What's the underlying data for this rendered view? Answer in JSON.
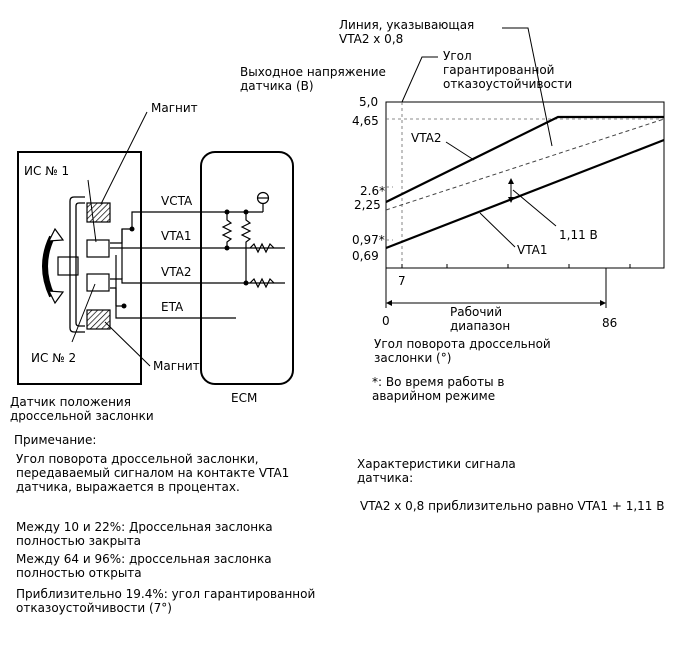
{
  "sensor": {
    "ic1_label": "ИС № 1",
    "ic2_label": "ИС № 2",
    "magnet_top_label": "Магнит",
    "magnet_bottom_label": "Магнит",
    "caption_line1": "Датчик положения",
    "caption_line2": "дроссельной заслонки"
  },
  "signals": [
    "VCTA",
    "VTA1",
    "VTA2",
    "ETA"
  ],
  "ecm_label": "ECM",
  "graph": {
    "ylabel_line1": "Выходное напряжение",
    "ylabel_line2": "датчика (В)",
    "line_label_1": "Линия, указывающая",
    "line_label_2": "VTA2 x 0,8",
    "angle_label_1": "Угол",
    "angle_label_2": "гарантированной",
    "angle_label_3": "отказоустойчивости",
    "y_ticks": [
      "5,0",
      "4,65",
      "2.6*",
      "2,25",
      "0,97*",
      "0,69"
    ],
    "x_ticks": [
      "7",
      "0",
      "86"
    ],
    "series_vta2": "VTA2",
    "series_vta1": "VTA1",
    "offset_label": "1,11 В",
    "range_label_1": "Рабочий",
    "range_label_2": "диапазон",
    "xlabel_line1": "Угол поворота дроссельной",
    "xlabel_line2": "заслонки (°)",
    "footnote_line1": "*: Во время работы в",
    "footnote_line2": "аварийном режиме"
  },
  "notes": {
    "title": "Примечание:",
    "p1": [
      "Угол поворота дроссельной заслонки,",
      "передаваемый сигналом на контакте VTA1",
      "датчика, выражается в процентах."
    ],
    "p2": [
      "Между 10 и 22%: Дроссельная заслонка",
      "полностью закрыта"
    ],
    "p3": [
      "Между 64 и 96%: дроссельная заслонка",
      "полностью открыта"
    ],
    "p4": [
      "Приблизительно 19.4%: угол гарантированной",
      "отказоустойчивости (7°)"
    ]
  },
  "characteristics": {
    "title_line1": "Характеристики сигнала",
    "title_line2": "датчика:",
    "formula": "VTA2 x 0,8 приблизительно равно VTA1 + 1,11 В"
  }
}
